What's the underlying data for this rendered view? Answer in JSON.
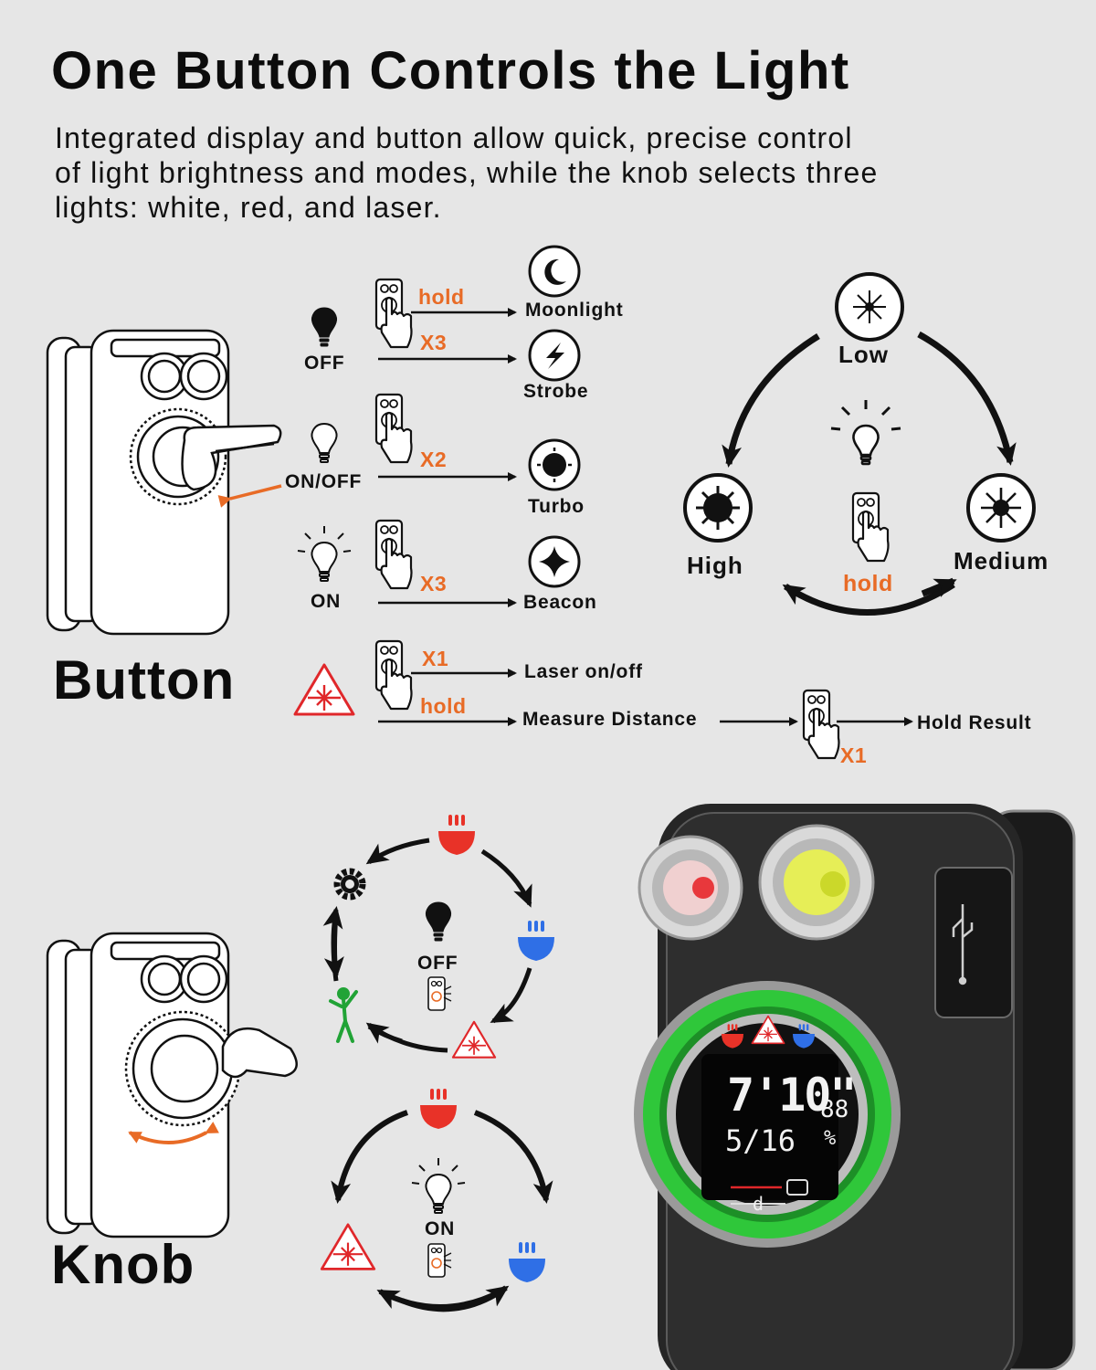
{
  "header": {
    "title": "One Button Controls the Light",
    "subtitle_lines": [
      "Integrated display and button allow quick, precise control",
      "of light brightness and modes, while the knob selects three",
      "lights: white, red, and laser."
    ]
  },
  "button_section": {
    "label": "Button",
    "states": {
      "off": "OFF",
      "on_off": "ON/OFF",
      "on": "ON"
    },
    "actions": {
      "hold": "hold",
      "x3": "X3",
      "x2": "X2",
      "x1": "X1"
    },
    "modes": {
      "moonlight": "Moonlight",
      "strobe": "Strobe",
      "turbo": "Turbo",
      "beacon": "Beacon",
      "laser_onoff": "Laser on/off",
      "measure": "Measure Distance",
      "hold_result": "Hold Result"
    }
  },
  "brightness_cycle": {
    "low": "Low",
    "medium": "Medium",
    "high": "High",
    "action": "hold"
  },
  "knob_section": {
    "label": "Knob",
    "off_state": "OFF",
    "on_state": "ON"
  },
  "device_display": {
    "distance": "7'10\"",
    "fraction": "5/16",
    "side_digits": "88",
    "unit": "%",
    "scale_label": "d"
  },
  "colors": {
    "accent_orange": "#e86b26",
    "laser_red": "#e0272a",
    "red_light": "#e83228",
    "blue_light": "#2f6fe6",
    "golf_green": "#21a336",
    "ring_green": "#2fc73a"
  }
}
